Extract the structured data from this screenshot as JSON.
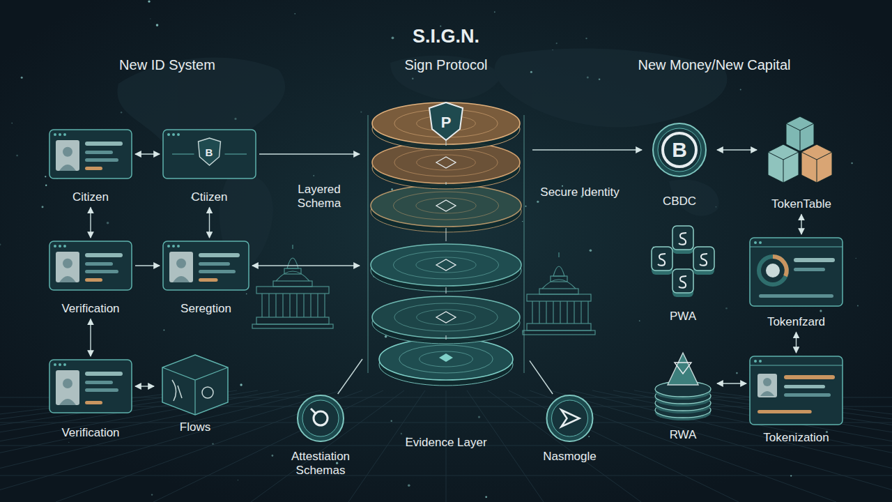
{
  "diagram": {
    "title": "S.I.G.N.",
    "nodes": [
      {
        "text": [
          "Citizen"
        ]
      },
      {
        "text": [
          "Ctiizen"
        ]
      },
      {
        "text": [
          "Verification"
        ]
      },
      {
        "text": [
          "Seregtion"
        ]
      },
      {
        "text": [
          "Verification"
        ]
      },
      {
        "text": [
          "Flows"
        ]
      },
      {
        "text": [
          "Evidence Layer"
        ]
      },
      {
        "text": [
          "Attestiation Schemas"
        ]
      },
      {
        "text": [
          "Nasmogle"
        ]
      },
      {
        "text": [
          "CBDC"
        ]
      },
      {
        "text": [
          "TokenTable"
        ]
      },
      {
        "text": [
          "PWA"
        ]
      },
      {
        "text": [
          "Tokenfzard"
        ]
      },
      {
        "text": [
          "RWA"
        ]
      },
      {
        "text": [
          "Tokenization"
        ]
      }
    ],
    "edges": [
      {
        "from": 0,
        "to": 1,
        "arrow": "both"
      },
      {
        "from": 0,
        "to": 2,
        "arrow": "both"
      },
      {
        "from": 2,
        "to": 4,
        "arrow": "both"
      },
      {
        "from": 2,
        "to": 3,
        "arrow": "to"
      },
      {
        "from": 1,
        "to": 3,
        "arrow": "both"
      },
      {
        "from": 4,
        "to": 5,
        "arrow": "both"
      },
      {
        "from": 1,
        "to": 6,
        "arrow": "to"
      },
      {
        "from": 3,
        "to": 6,
        "arrow": "both"
      },
      {
        "from": 6,
        "to": 9,
        "arrow": "to"
      },
      {
        "from": 9,
        "to": 10,
        "arrow": "both"
      },
      {
        "from": 10,
        "to": 12,
        "arrow": "both"
      },
      {
        "from": 12,
        "to": 14,
        "arrow": "both"
      },
      {
        "from": 13,
        "to": 14,
        "arrow": "both"
      },
      {
        "from": 6,
        "to": 7,
        "arrow": "none"
      },
      {
        "from": 6,
        "to": 8,
        "arrow": "none"
      }
    ],
    "labels": [
      "Sign Protocol",
      "New ID System",
      "New Money/New Capital",
      "Layered Schema",
      "Secure Identity",
      "P",
      "B",
      "B"
    ]
  }
}
